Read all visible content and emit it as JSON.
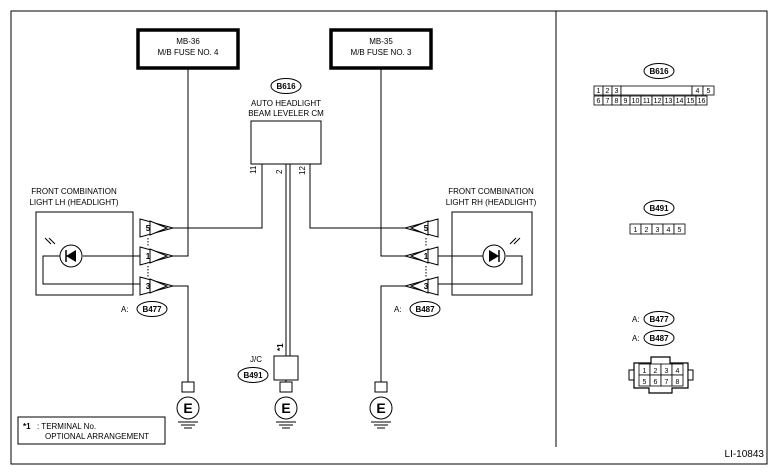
{
  "fuses": {
    "left": {
      "line1": "MB-36",
      "line2": "M/B FUSE NO. 4"
    },
    "right": {
      "line1": "MB-35",
      "line2": "M/B FUSE NO. 3"
    }
  },
  "module": {
    "tag": "B616",
    "line1": "AUTO HEADLIGHT",
    "line2": "BEAM LEVELER CM",
    "pins": [
      "11",
      "2",
      "12"
    ]
  },
  "lights": {
    "lh": {
      "line1": "FRONT COMBINATION",
      "line2": "LIGHT LH (HEADLIGHT)",
      "pins": [
        "5",
        "1",
        "3"
      ],
      "prefix": "A:",
      "connector": "B477"
    },
    "rh": {
      "line1": "FRONT COMBINATION",
      "line2": "LIGHT RH (HEADLIGHT)",
      "pins": [
        "5",
        "1",
        "3"
      ],
      "prefix": "A:",
      "connector": "B487"
    }
  },
  "jc": {
    "label": "J/C",
    "mark": "*1",
    "connector": "B491"
  },
  "ground_symbol": "E",
  "legend": {
    "mark": "*1",
    "line1": ": TERMINAL No.",
    "line2": "OPTIONAL ARRANGEMENT"
  },
  "panel": {
    "b616": {
      "tag": "B616",
      "row1": [
        "1",
        "2",
        "3",
        "",
        "4",
        "5"
      ],
      "row2": [
        "6",
        "7",
        "8",
        "9",
        "10",
        "11",
        "12",
        "13",
        "14",
        "15",
        "16"
      ]
    },
    "b491": {
      "tag": "B491",
      "cells": [
        "1",
        "2",
        "3",
        "4",
        "5"
      ]
    },
    "b4xx": {
      "prefix1": "A:",
      "tag1": "B477",
      "prefix2": "A:",
      "tag2": "B487",
      "row1": [
        "1",
        "2",
        "3",
        "4"
      ],
      "row2": [
        "5",
        "6",
        "7",
        "8"
      ]
    }
  },
  "diagram_id": "LI-10843"
}
